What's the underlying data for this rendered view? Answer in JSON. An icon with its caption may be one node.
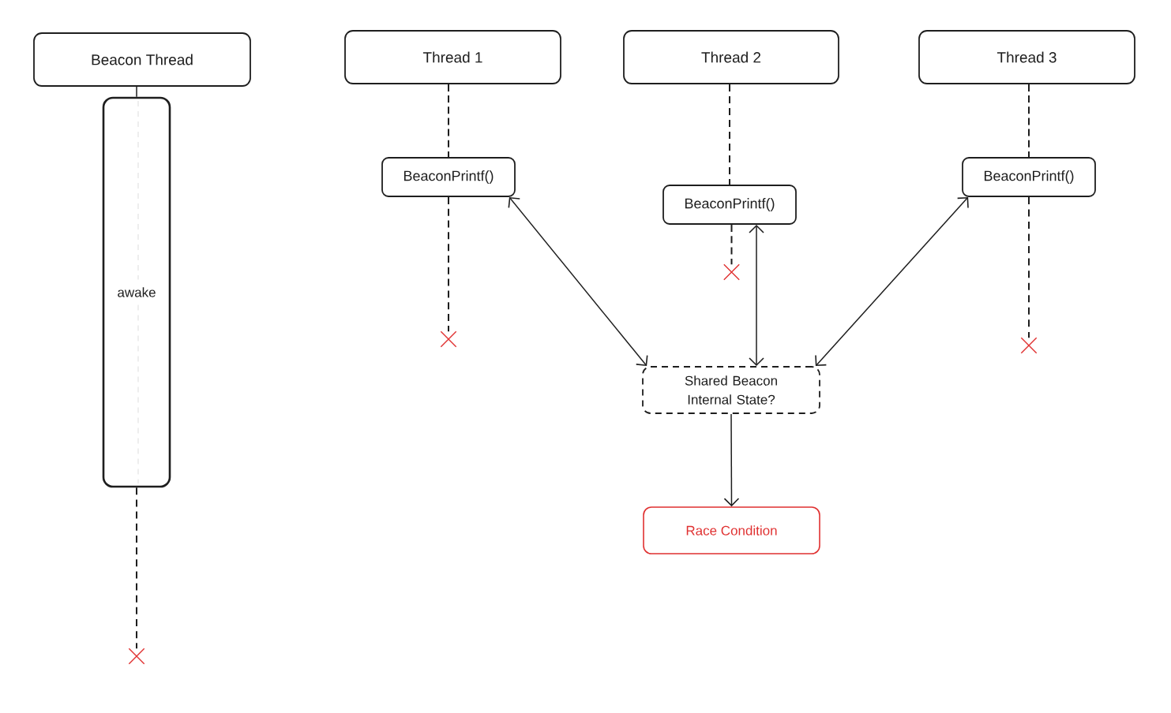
{
  "diagram": {
    "nodes": [
      {
        "text": [
          "Beacon Thread"
        ]
      },
      {
        "text": [
          "Thread 1"
        ]
      },
      {
        "text": [
          "Thread 2"
        ]
      },
      {
        "text": [
          "Thread 3"
        ]
      },
      {
        "text": [
          "awake"
        ]
      },
      {
        "text": [
          "BeaconPrintf()"
        ]
      },
      {
        "text": [
          "BeaconPrintf()"
        ]
      },
      {
        "text": [
          "BeaconPrintf()"
        ]
      },
      {
        "text": [
          "Shared Beacon Internal State?"
        ]
      },
      {
        "text": [
          "Race Condition"
        ]
      },
      {
        "text": [],
        "shape": "cross"
      },
      {
        "text": [],
        "shape": "cross"
      },
      {
        "text": [],
        "shape": "cross"
      },
      {
        "text": [],
        "shape": "cross"
      }
    ],
    "edges": [
      {
        "from": 0,
        "to": 4,
        "arrow": "none"
      },
      {
        "from": 4,
        "to": 10,
        "arrow": "none",
        "style": "dashed"
      },
      {
        "from": 1,
        "to": 5,
        "arrow": "none",
        "style": "dashed"
      },
      {
        "from": 5,
        "to": 11,
        "arrow": "none",
        "style": "dashed"
      },
      {
        "from": 2,
        "to": 6,
        "arrow": "none",
        "style": "dashed"
      },
      {
        "from": 6,
        "to": 12,
        "arrow": "none",
        "style": "dashed"
      },
      {
        "from": 3,
        "to": 7,
        "arrow": "none",
        "style": "dashed"
      },
      {
        "from": 7,
        "to": 13,
        "arrow": "none",
        "style": "dashed"
      },
      {
        "from": 5,
        "to": 8,
        "arrow": "both"
      },
      {
        "from": 6,
        "to": 8,
        "arrow": "both"
      },
      {
        "from": 7,
        "to": 8,
        "arrow": "both"
      },
      {
        "from": 8,
        "to": 9,
        "arrow": "to"
      }
    ]
  }
}
